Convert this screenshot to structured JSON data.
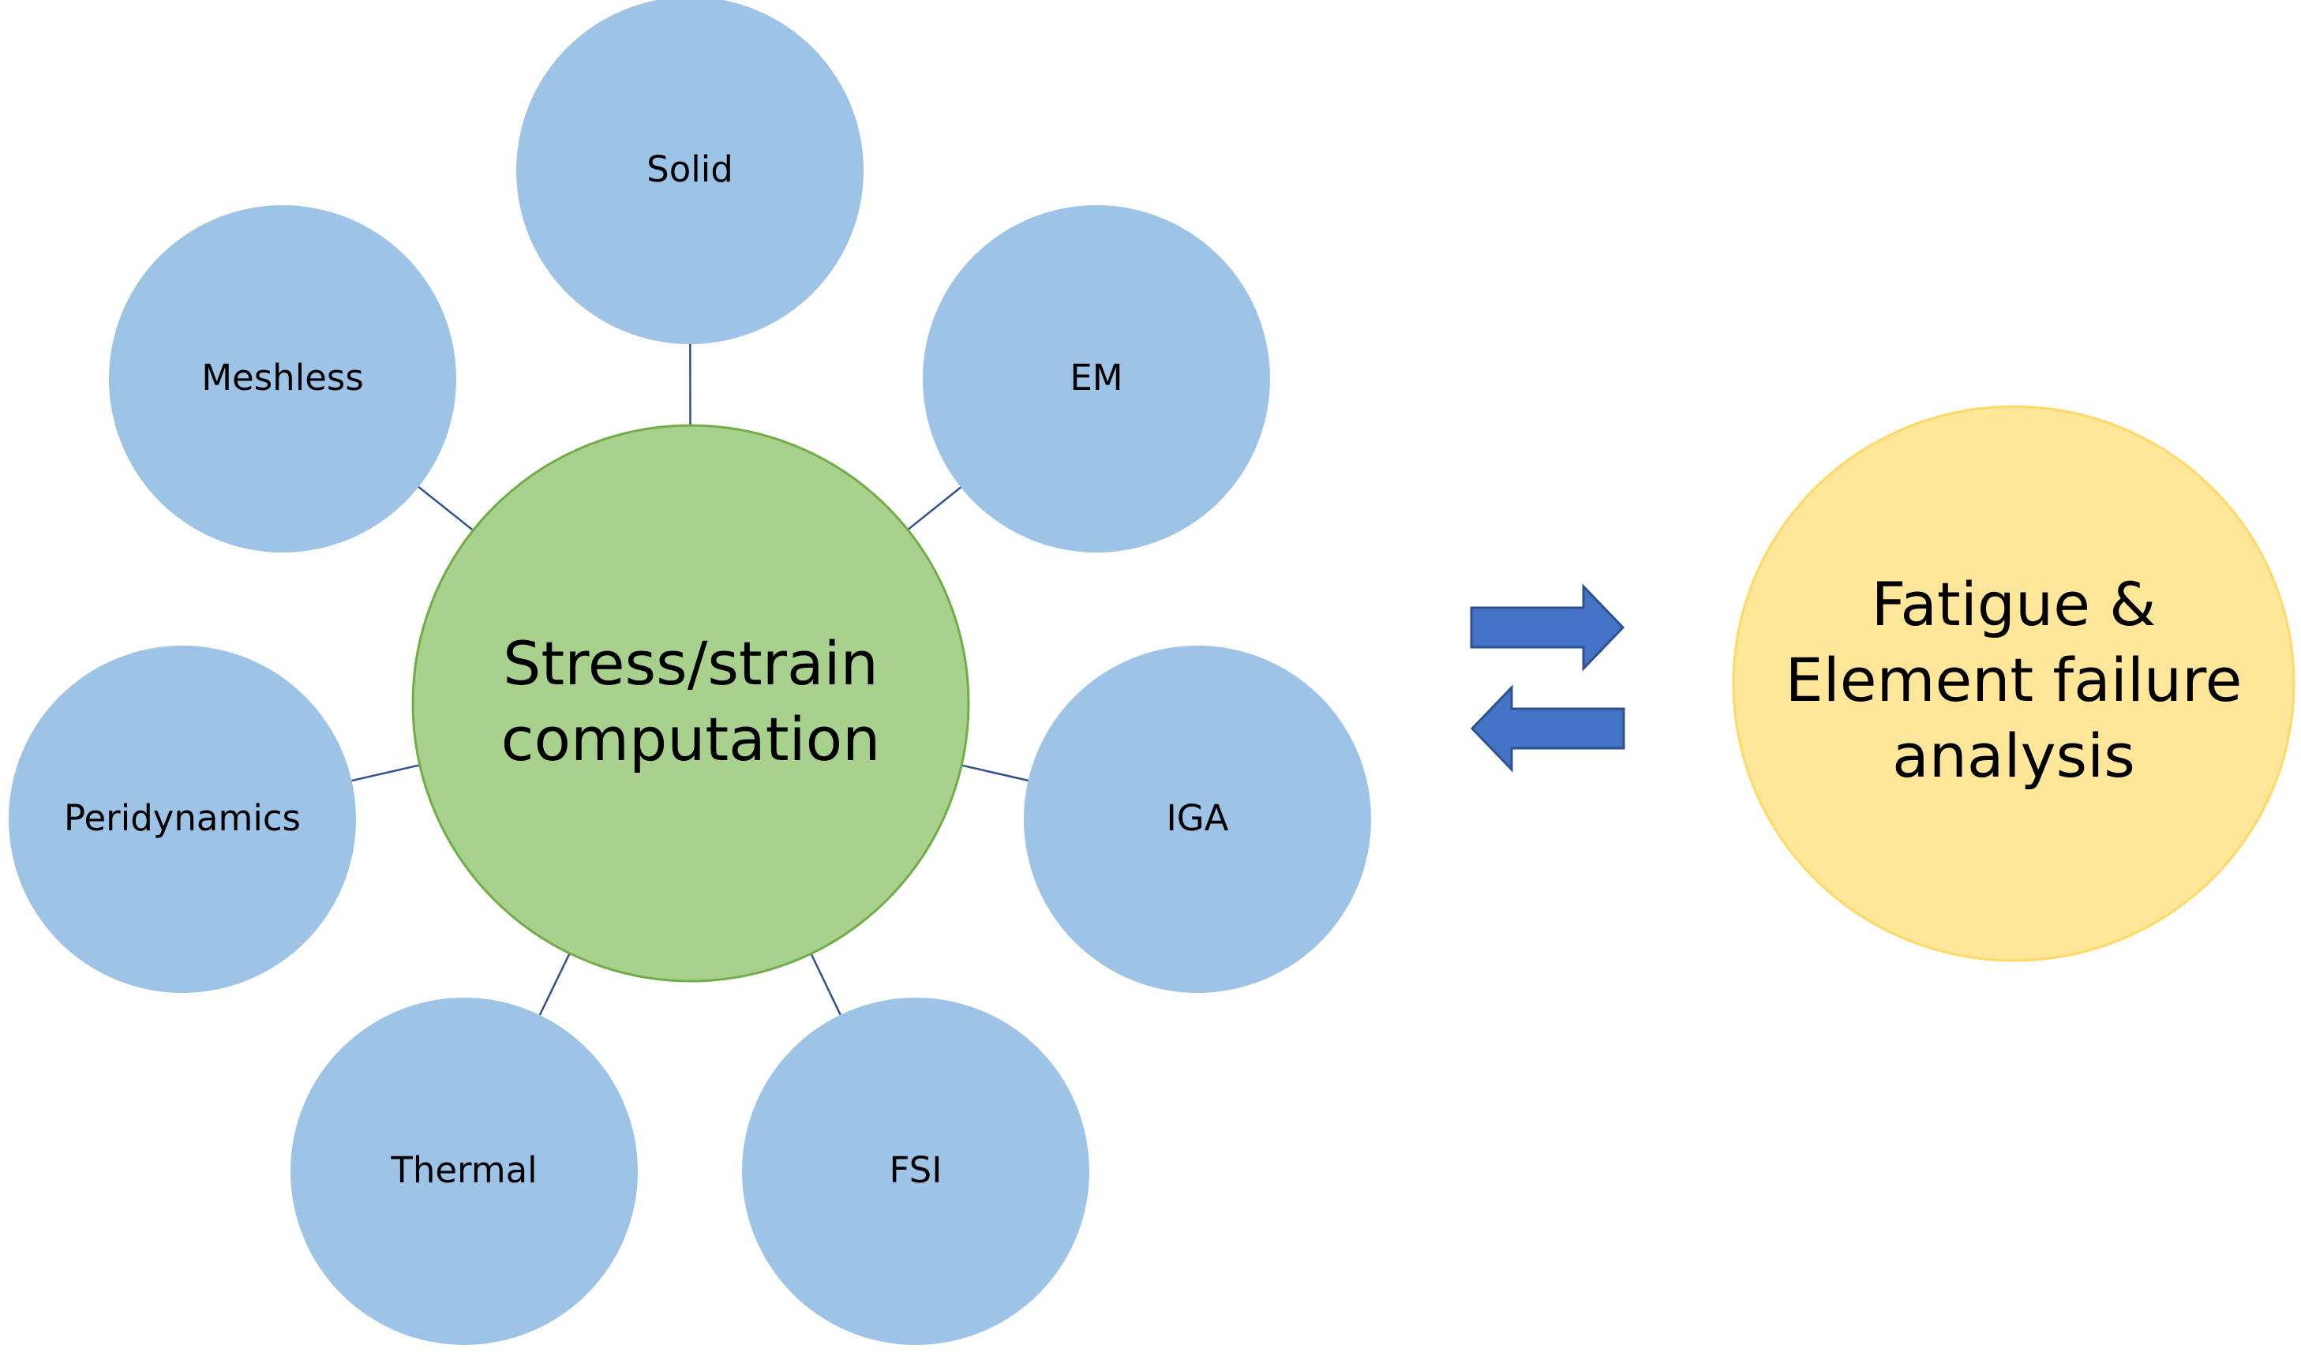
{
  "diagram": {
    "central_node": {
      "lines": [
        "Stress/strain",
        "computation"
      ],
      "fill": "#A9D18E",
      "stroke": "#70AD47"
    },
    "satellite_nodes": [
      {
        "id": "solid",
        "label": "Solid"
      },
      {
        "id": "em",
        "label": "EM"
      },
      {
        "id": "iga",
        "label": "IGA"
      },
      {
        "id": "fsi",
        "label": "FSI"
      },
      {
        "id": "thermal",
        "label": "Thermal"
      },
      {
        "id": "peridynamics",
        "label": "Peridynamics"
      },
      {
        "id": "meshless",
        "label": "Meshless"
      }
    ],
    "satellite_fill": "#9DC3E6",
    "connector_color": "#2F528F",
    "exchange_arrows": {
      "fill": "#4472C4",
      "stroke": "#2F528F",
      "directions": [
        "right",
        "left"
      ]
    },
    "target_node": {
      "lines": [
        "Fatigue &",
        "Element failure",
        "analysis"
      ],
      "fill": "#FFE699",
      "stroke": "#FFD966"
    }
  }
}
